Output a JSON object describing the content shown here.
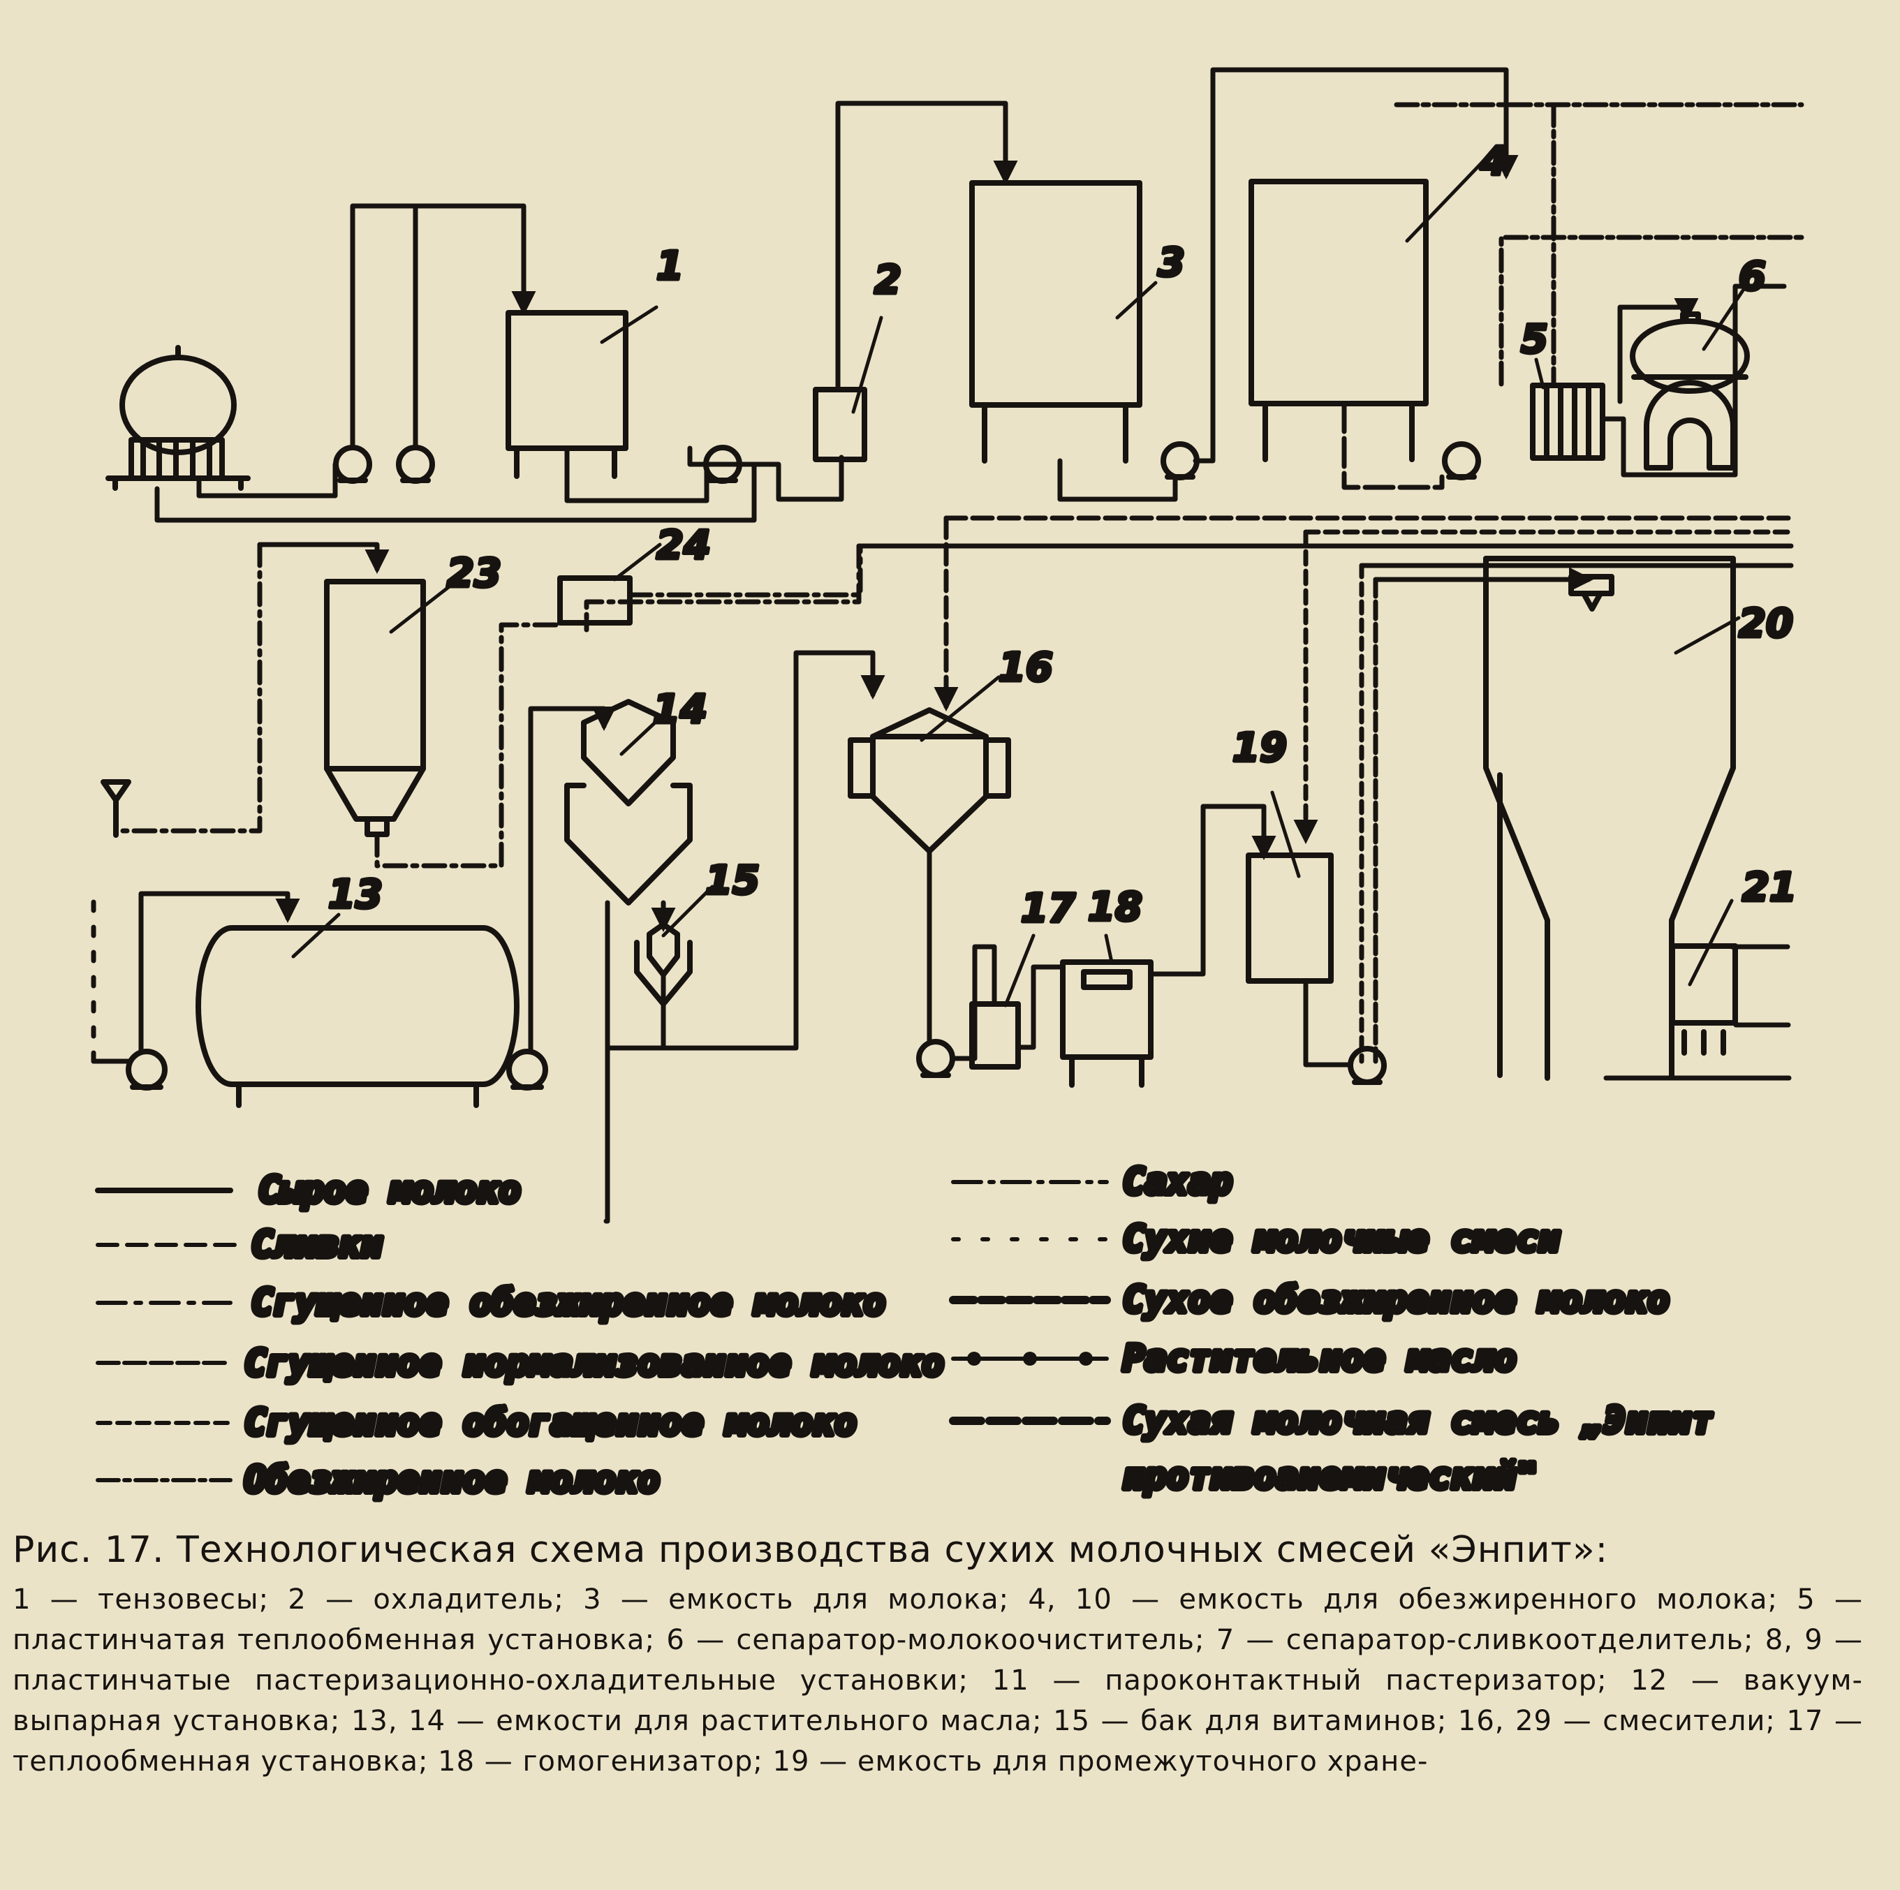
{
  "diagram": {
    "equipment_labels": [
      "1",
      "2",
      "3",
      "4",
      "5",
      "6",
      "13",
      "14",
      "15",
      "16",
      "17",
      "18",
      "19",
      "20",
      "21",
      "23",
      "24"
    ],
    "legend": {
      "left": [
        "Сырое молоко",
        "Сливки",
        "Сгущенное обезжиренное молоко",
        "Сгущенное нормализованное молоко",
        "Сгущенное обогащенное молоко",
        "Обезжиренное молоко"
      ],
      "right": [
        "Сахар",
        "Сухие молочные смеси",
        "Сухое обезжиренное молоко",
        "Растительное масло",
        "Сухая молочная смесь „Энпит",
        "противоанемический\""
      ]
    }
  },
  "caption": {
    "title": "Рис. 17. Технологическая схема производства сухих молочных смесей «Энпит»:",
    "text": "1 — тензовесы; 2 — охладитель; 3 — емкость для молока; 4, 10 — емкость для обезжиренного молока; 5 — пластинчатая теплообменная установка; 6 — сепаратор-молокоочиститель; 7 — сепаратор-сливкоотделитель; 8, 9 — пластинчатые пастеризационно-охладительные установки; 11 — пароконтактный пастеризатор; 12 — вакуум-выпарная установка; 13, 14 — емкости для растительного масла; 15 — бак для витаминов; 16, 29 — смесители; 17 — теплообменная установка; 18 — гомогенизатор; 19 — емкость для промежуточного хране-"
  }
}
